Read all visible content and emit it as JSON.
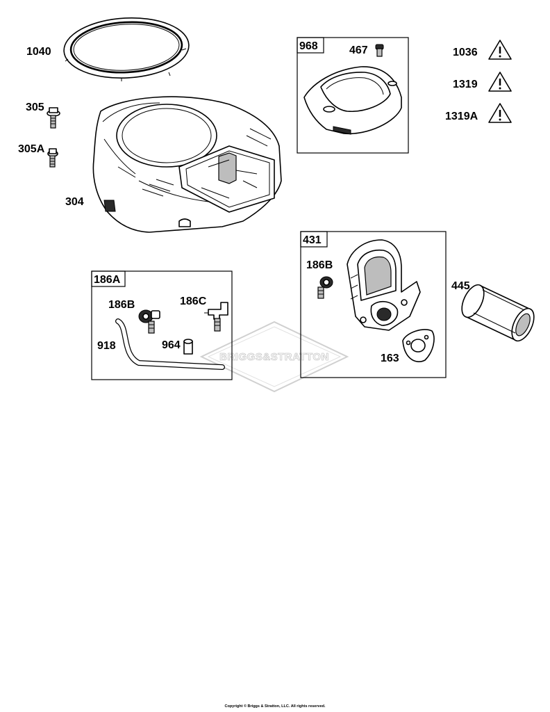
{
  "labels": {
    "p1040": "1040",
    "p305": "305",
    "p305A": "305A",
    "p304": "304",
    "p968": "968",
    "p467": "467",
    "p1036": "1036",
    "p1319": "1319",
    "p1319A": "1319A",
    "p431": "431",
    "p186B_431": "186B",
    "p445": "445",
    "p163": "163",
    "p186A": "186A",
    "p186B_186A": "186B",
    "p186C": "186C",
    "p918": "918",
    "p964": "964"
  },
  "watermark": "BRIGGS&STRATTON",
  "copyright": "Copyright © Briggs & Stratton, LLC. All rights reserved.",
  "icons": {
    "warning": "warning-triangle-icon"
  }
}
